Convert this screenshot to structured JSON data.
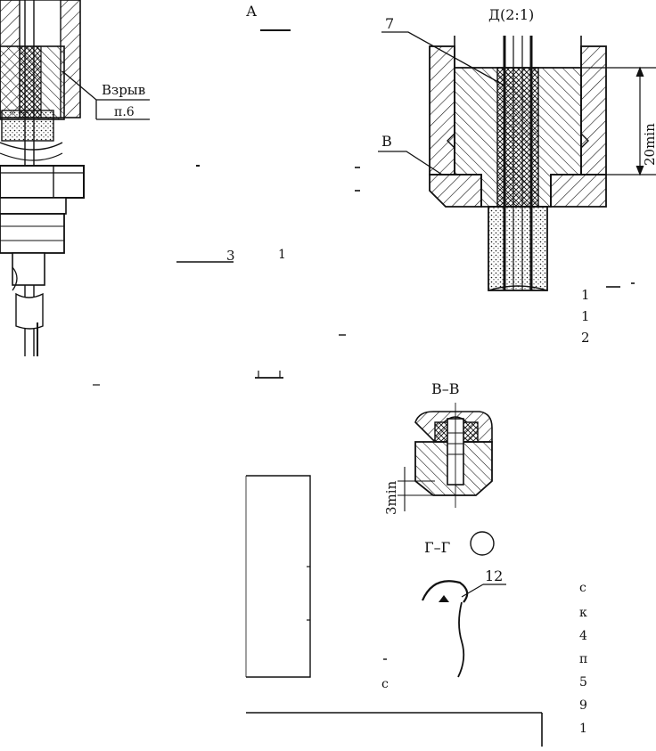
{
  "labels": {
    "view_a": "А",
    "detail_d": "Д(2:1)",
    "callout_7": "7",
    "callout_v": "В",
    "dim_20min": "20min",
    "leader_vzryv": "Взрыв",
    "leader_p6": "п.6",
    "section_vv": "В–В",
    "dim_3min": "3min",
    "section_gg": "Г–Г",
    "callout_12": "12",
    "frag_3": "3",
    "frag_1": "1",
    "frag_lower_c": "с",
    "right_frag_1": "1",
    "right_frag_2": "1",
    "right_frag_3": "2",
    "margin_chars": [
      "с",
      "к",
      "4",
      "п",
      "5",
      "9",
      "1"
    ]
  },
  "colors": {
    "ink": "#111111",
    "paper": "#ffffff"
  }
}
